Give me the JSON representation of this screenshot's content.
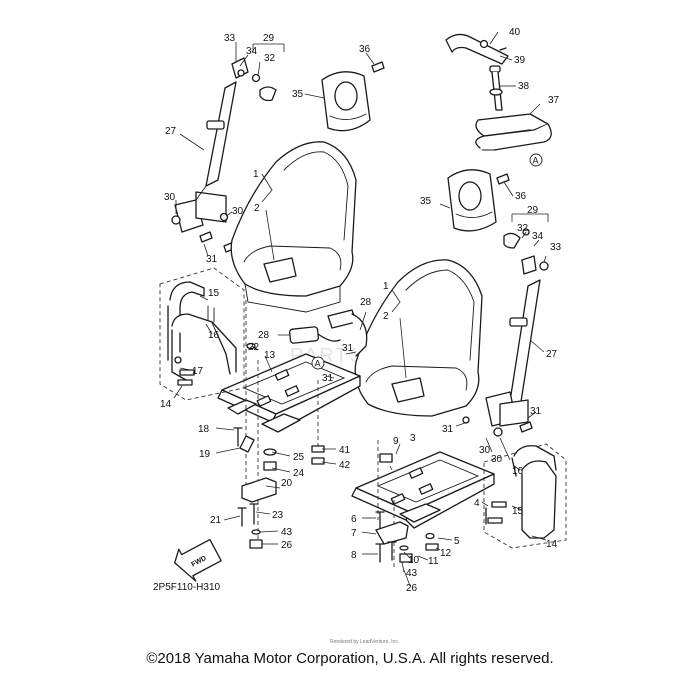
{
  "diagram": {
    "part_code": "2P5F110-H310",
    "fwd_label": "FWD",
    "watermark": "PARTSOUTLET",
    "credit": "Rendered by LeadVenture, Inc.",
    "copyright": "©2018 Yamaha Motor Corporation, U.S.A. All rights reserved.",
    "ref_letter": "A",
    "callouts": [
      "1",
      "2",
      "3",
      "4",
      "5",
      "6",
      "7",
      "8",
      "9",
      "10",
      "11",
      "12",
      "13",
      "14",
      "15",
      "16",
      "17",
      "18",
      "19",
      "20",
      "21",
      "22",
      "23",
      "24",
      "25",
      "26",
      "27",
      "28",
      "29",
      "30",
      "31",
      "32",
      "33",
      "34",
      "35",
      "36",
      "37",
      "38",
      "39",
      "40",
      "41",
      "42",
      "43"
    ]
  }
}
